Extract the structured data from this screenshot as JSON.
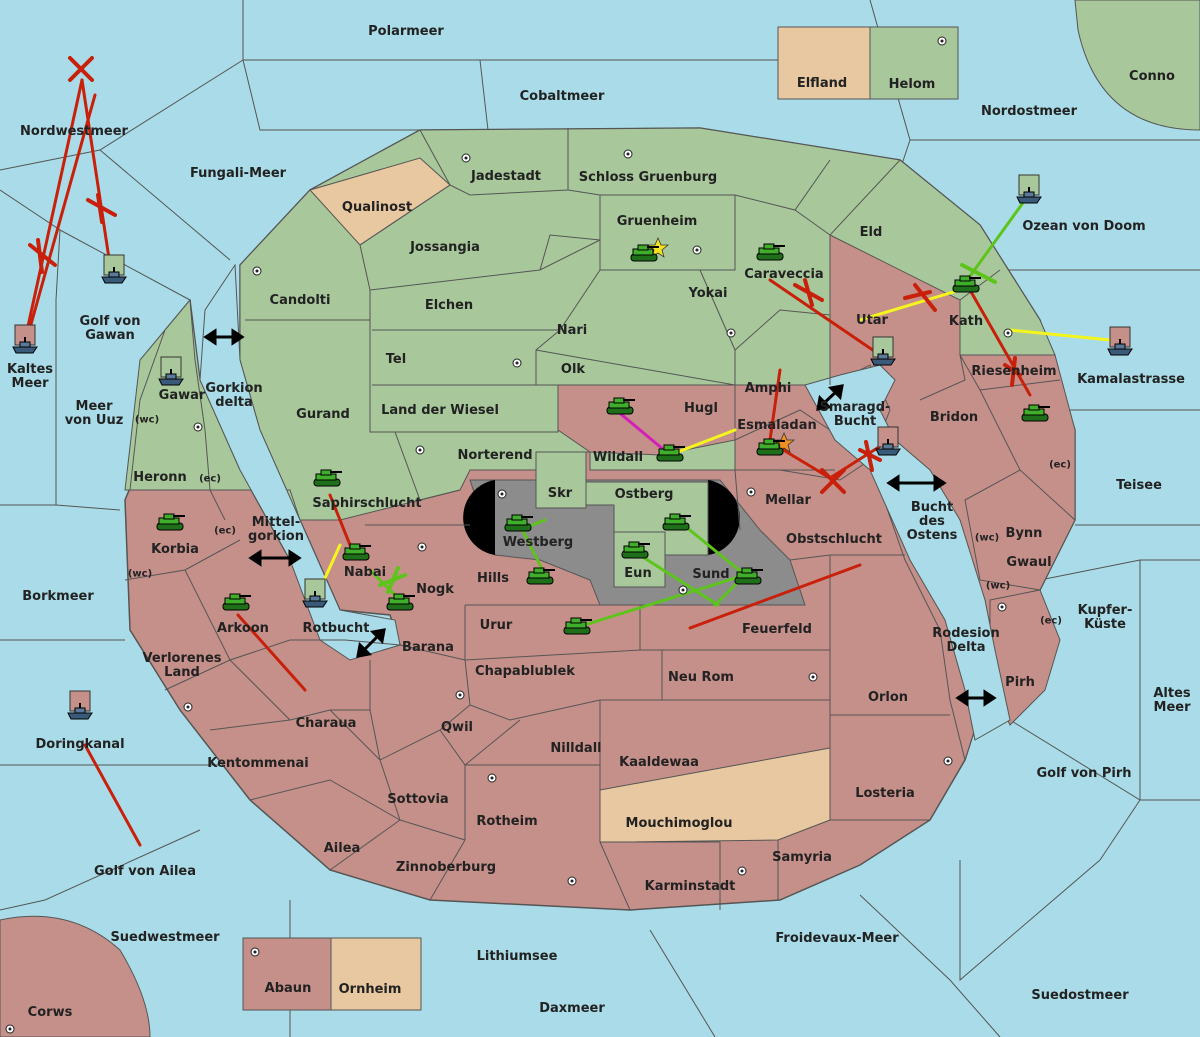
{
  "colors": {
    "sea": "#a9dce8",
    "green": "#a8c89b",
    "red": "#c6908a",
    "neutral": "#e8c8a0",
    "grey": "#8c8c8c",
    "border": "#555555"
  },
  "labels": {
    "polarmeer": "Polarmeer",
    "cobaltmeer": "Cobaltmeer",
    "nordostmeer": "Nordostmeer",
    "conno": "Conno",
    "elfland": "Elfland",
    "helom": "Helom",
    "nordwestmeer": "Nordwestmeer",
    "fungali": "Fungali-Meer",
    "golfgawan": "Golf von\nGawan",
    "kaltes": "Kaltes\nMeer",
    "meeruuz": "Meer\nvon Uuz",
    "borkmeer": "Borkmeer",
    "doringkanal": "Doringkanal",
    "golfailea": "Golf von Ailea",
    "suedwestmeer": "Suedwestmeer",
    "corws": "Corws",
    "abaun": "Abaun",
    "ornheim": "Ornheim",
    "lithiumsee": "Lithiumsee",
    "daxmeer": "Daxmeer",
    "froidevaux": "Froidevaux-Meer",
    "suedostmeer": "Suedostmeer",
    "golfpirh": "Golf von Pirh",
    "altesmeer": "Altes\nMeer",
    "kupferkueste": "Kupfer-\nKüste",
    "teisee": "Teisee",
    "kamalastrasse": "Kamalastrasse",
    "ozeandoom": "Ozean von Doom",
    "jadestadt": "Jadestadt",
    "schloss": "Schloss Gruenburg",
    "qualinost": "Qualinost",
    "jossangia": "Jossangia",
    "gruenheim": "Gruenheim",
    "eld": "Eld",
    "caraveccia": "Caraveccia",
    "candolti": "Candolti",
    "elchen": "Elchen",
    "yokai": "Yokai",
    "nari": "Nari",
    "tel": "Tel",
    "olk": "Olk",
    "utar": "Utar",
    "kath": "Kath",
    "gurand": "Gurand",
    "landwiesel": "Land der Wiesel",
    "amphi": "Amphi",
    "hugl": "Hugl",
    "esmaladan": "Esmaladan",
    "riesenheim": "Riesenheim",
    "smaragd": "Smaragd-\nBucht",
    "bridon": "Bridon",
    "gawar": "Gawar",
    "gorkiondelta": "Gorkion\ndelta",
    "heronn": "Heronn",
    "norterend": "Norterend",
    "wildall": "Wildall",
    "skr": "Skr",
    "ostberg": "Ostberg",
    "mellar": "Mellar",
    "buchtostens": "Bucht\ndes\nOstens",
    "saphir": "Saphirschlucht",
    "mittelgorkion": "Mittel-\ngorkion",
    "korbia": "Korbia",
    "westberg": "Westberg",
    "obstschlucht": "Obstschlucht",
    "bynn": "Bynn",
    "gwaul": "Gwaul",
    "nabai": "Nabai",
    "hills": "Hills",
    "eun": "Eun",
    "sund": "Sund",
    "nogk": "Nogk",
    "arkoon": "Arkoon",
    "rotbucht": "Rotbucht",
    "urur": "Urur",
    "feuerfeld": "Feuerfeld",
    "rodesion": "Rodesion\nDelta",
    "pirh": "Pirh",
    "barana": "Barana",
    "verlorenes": "Verlorenes\nLand",
    "chapablublek": "Chapablublek",
    "neurom": "Neu Rom",
    "orlon": "Orlon",
    "charaua": "Charaua",
    "qwil": "Qwil",
    "nilldall": "Nilldall",
    "kaaldewaa": "Kaaldewaa",
    "kentommenai": "Kentommenai",
    "losteria": "Losteria",
    "sottovia": "Sottovia",
    "rotheim": "Rotheim",
    "mouchimoglou": "Mouchimoglou",
    "ailea": "Ailea",
    "zinnoberburg": "Zinnoberburg",
    "samyria": "Samyria",
    "karminstadt": "Karminstadt"
  },
  "coasts": {
    "wc": "(wc)",
    "ec": "(ec)"
  },
  "units": [
    {
      "kind": "army",
      "color": "green"
    },
    {
      "kind": "army",
      "color": "green"
    },
    {
      "kind": "army",
      "color": "green"
    },
    {
      "kind": "army",
      "color": "green"
    },
    {
      "kind": "army",
      "color": "green"
    },
    {
      "kind": "army",
      "color": "green"
    },
    {
      "kind": "army",
      "color": "green"
    },
    {
      "kind": "army",
      "color": "green"
    },
    {
      "kind": "army",
      "color": "green"
    },
    {
      "kind": "army",
      "color": "green"
    },
    {
      "kind": "army",
      "color": "green"
    },
    {
      "kind": "army",
      "color": "green"
    },
    {
      "kind": "army",
      "color": "green"
    },
    {
      "kind": "army",
      "color": "green"
    },
    {
      "kind": "army",
      "color": "green"
    },
    {
      "kind": "army",
      "color": "green"
    },
    {
      "kind": "army",
      "color": "green"
    },
    {
      "kind": "army",
      "color": "green"
    },
    {
      "kind": "fleet",
      "color": "green"
    },
    {
      "kind": "fleet",
      "color": "green"
    },
    {
      "kind": "fleet",
      "color": "green"
    },
    {
      "kind": "fleet",
      "color": "red"
    },
    {
      "kind": "fleet",
      "color": "red"
    },
    {
      "kind": "fleet",
      "color": "red"
    },
    {
      "kind": "fleet",
      "color": "green"
    },
    {
      "kind": "fleet",
      "color": "red"
    },
    {
      "kind": "fleet",
      "color": "green"
    }
  ]
}
